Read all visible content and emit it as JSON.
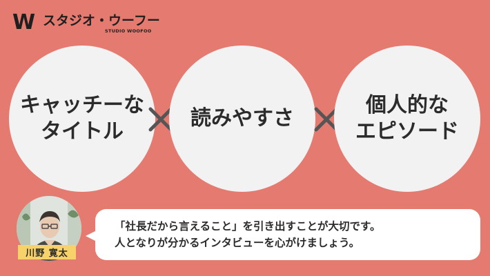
{
  "logo": {
    "mark": "W",
    "name_jp": "スタジオ・ウーフー",
    "name_en": "STUDIO WOOFOO"
  },
  "circles": [
    {
      "text": "キャッチーな\nタイトル"
    },
    {
      "text": "読みやすさ"
    },
    {
      "text": "個人的な\nエピソード"
    }
  ],
  "person": {
    "name": "川野 寛太"
  },
  "bubble": {
    "line1": "「社長だから言えること」を引き出すことが大切です。",
    "line2": "人となりが分かるインタビューを心がけましょう。"
  },
  "colors": {
    "background": "#e57a70",
    "circle": "#f2f2f2",
    "cross": "#555555",
    "name_tag": "#f7d26a",
    "bubble": "#ffffff"
  }
}
